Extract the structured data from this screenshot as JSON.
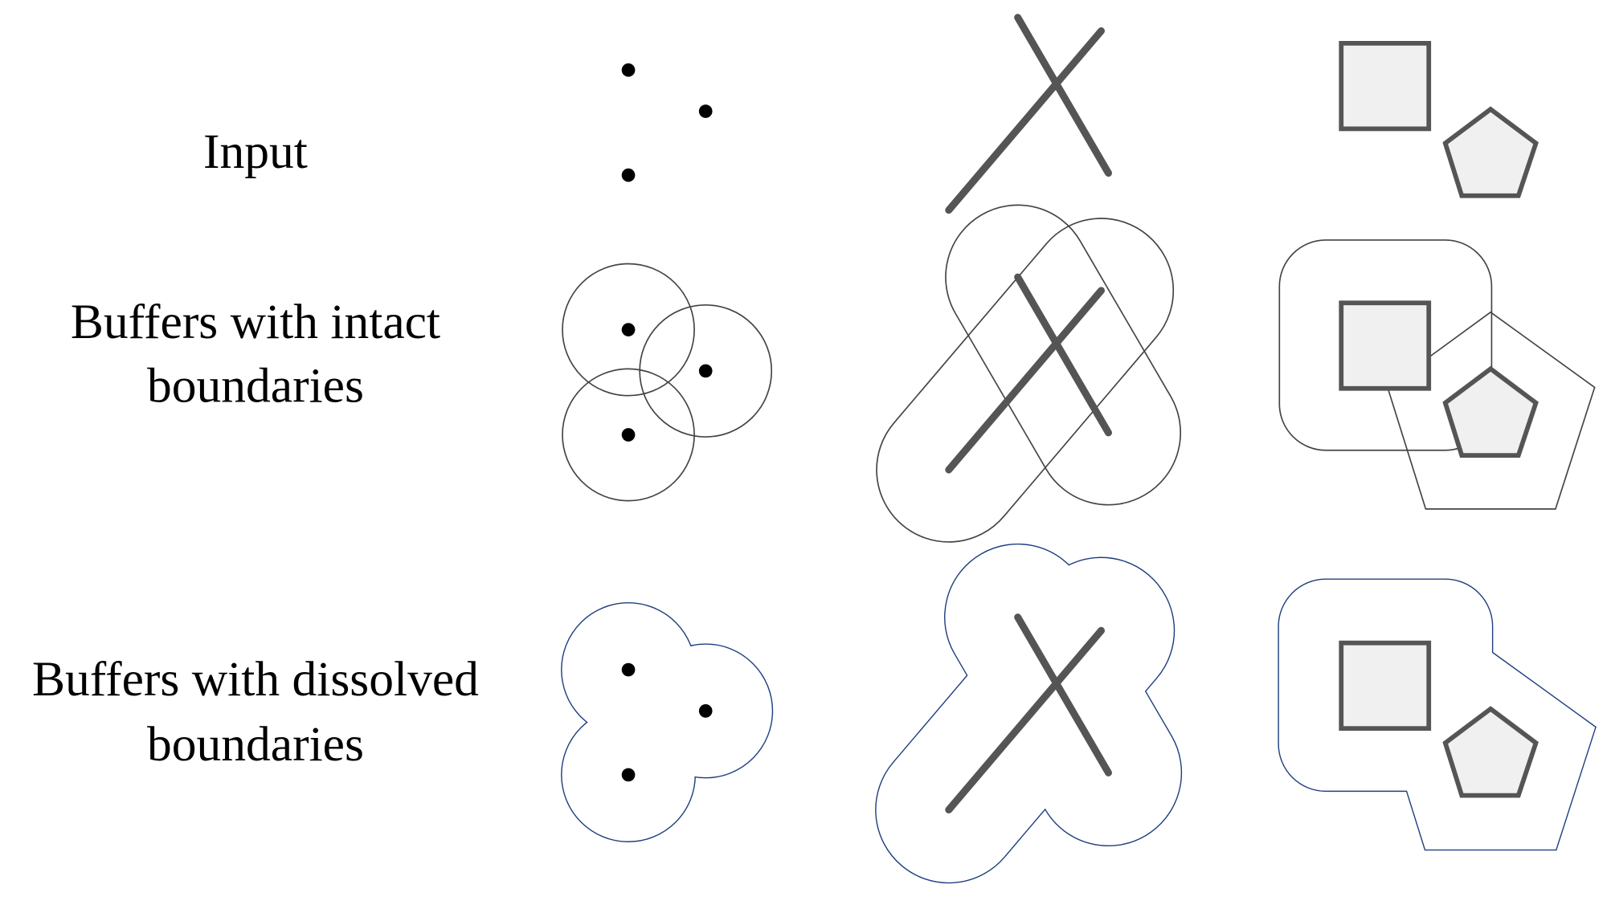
{
  "labels": {
    "row1": "Input",
    "row2_line1": "Buffers with intact",
    "row2_line2": "boundaries",
    "row3_line1": "Buffers with dissolved",
    "row3_line2": "boundaries"
  },
  "colors": {
    "feature_stroke": "#555555",
    "feature_fill": "#f0f0f0",
    "point": "#000000",
    "intact_outline": "#444444",
    "dissolved_outline": "#1f3f7f"
  }
}
